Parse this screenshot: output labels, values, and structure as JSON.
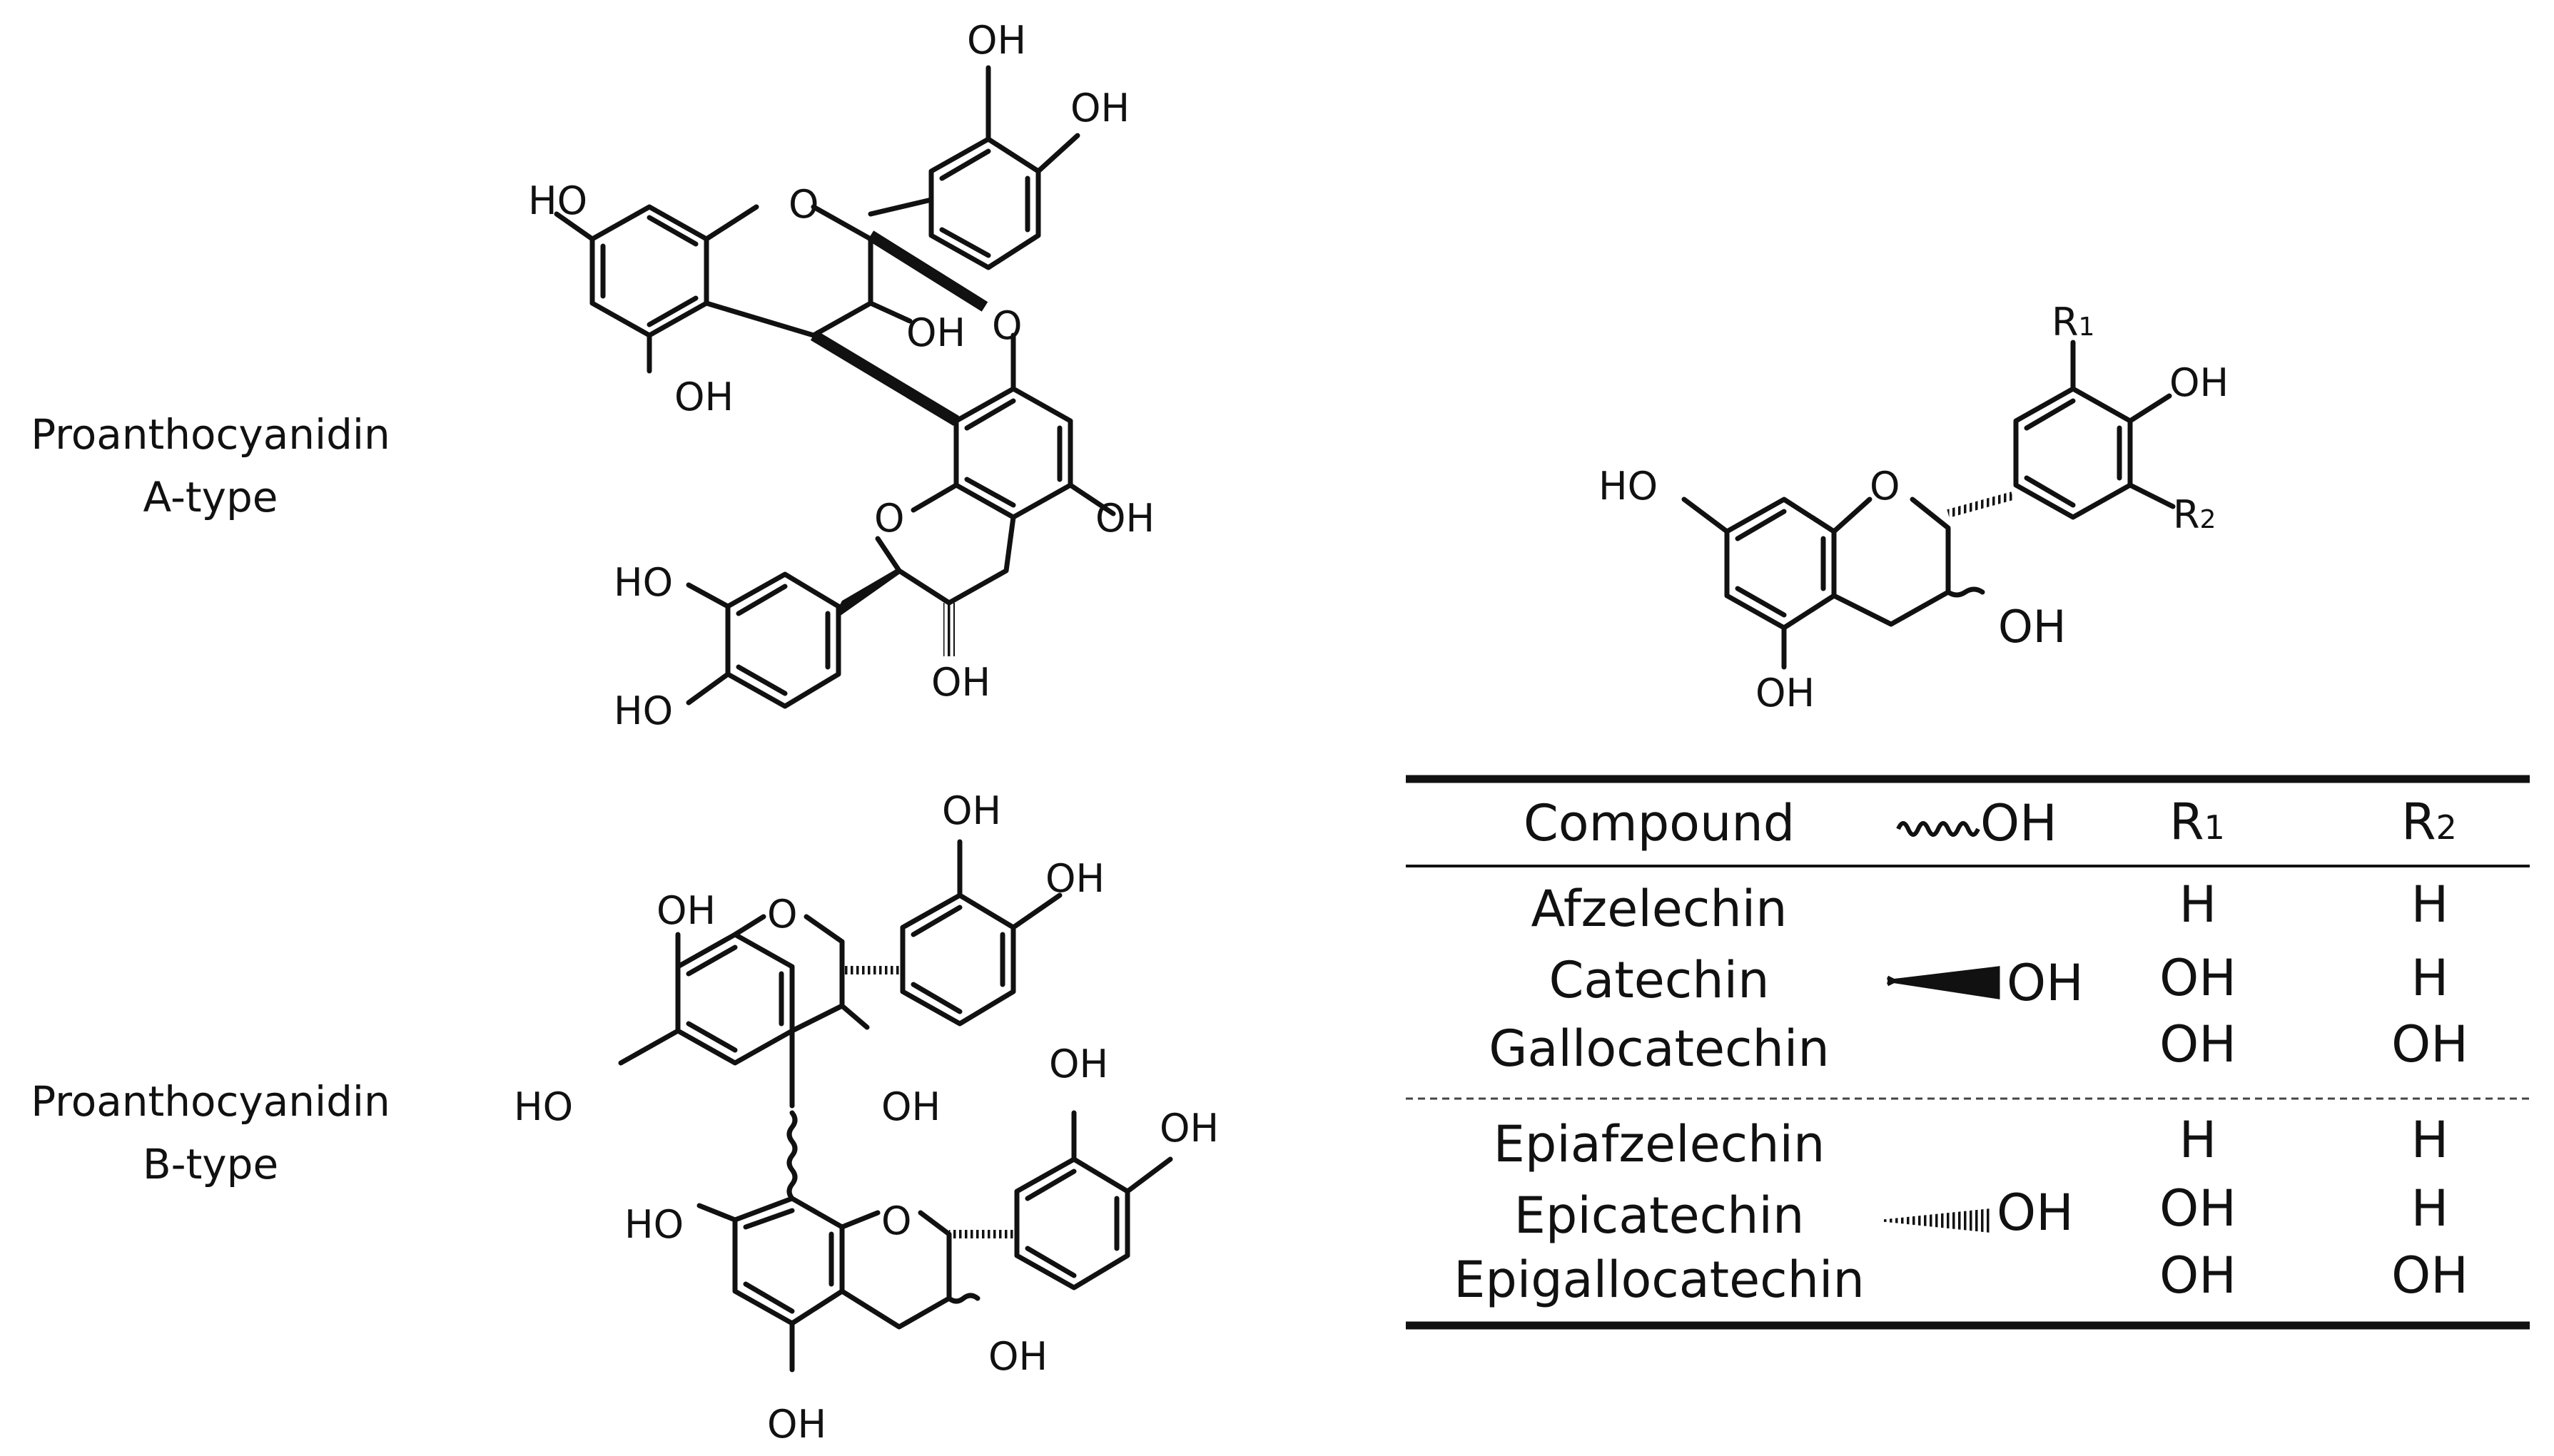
{
  "labels": {
    "a_type_line1": "Proanthocyanidin",
    "a_type_line2": "A-type",
    "b_type_line1": "Proanthocyanidin",
    "b_type_line2": "B-type"
  },
  "atoms": {
    "OH": "OH",
    "HO": "HO",
    "O": "O",
    "R": "R",
    "one": "1",
    "two": "2"
  },
  "table": {
    "headers": {
      "compound": "Compound",
      "oh": "OH",
      "r": "R",
      "r1_sub": "1",
      "r2_sub": "2"
    },
    "groups": [
      {
        "stereo_label": "OH",
        "stereo_icon": "wedge-bond-icon",
        "rows": [
          {
            "compound": "Afzelechin",
            "r1": "H",
            "r2": "H"
          },
          {
            "compound": "Catechin",
            "r1": "OH",
            "r2": "H"
          },
          {
            "compound": "Gallocatechin",
            "r1": "OH",
            "r2": "OH"
          }
        ]
      },
      {
        "stereo_label": "OH",
        "stereo_icon": "hashed-bond-icon",
        "rows": [
          {
            "compound": "Epiafzelechin",
            "r1": "H",
            "r2": "H"
          },
          {
            "compound": "Epicatechin",
            "r1": "OH",
            "r2": "H"
          },
          {
            "compound": "Epigallocatechin",
            "r1": "OH",
            "r2": "OH"
          }
        ]
      }
    ]
  }
}
